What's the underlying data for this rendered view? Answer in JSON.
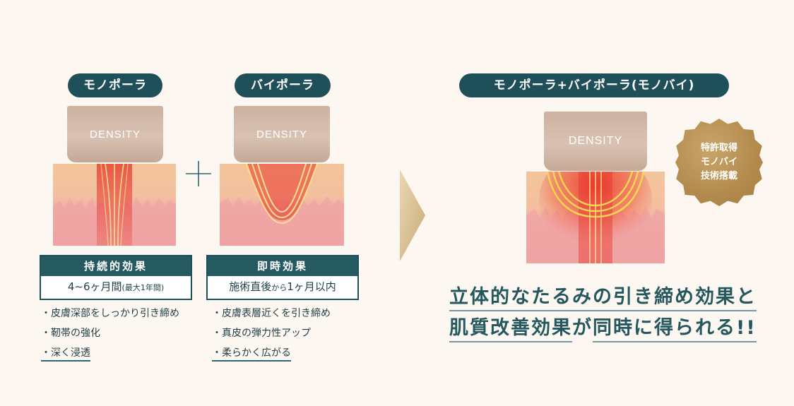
{
  "left": {
    "label": "モノポーラ",
    "device_text": "DENSITY",
    "effect_title": "持続的効果",
    "duration_main": "4~6ヶ月間",
    "duration_note": "(最大1年間)",
    "bullets": [
      "・皮膚深部をしっかり引き締め",
      "・靭帯の強化",
      "・深く浸透"
    ]
  },
  "middle": {
    "label": "バイポーラ",
    "device_text": "DENSITY",
    "effect_title": "即時効果",
    "duration_prefix": "施術直後",
    "duration_small": "から",
    "duration_suffix": "1ヶ月以内",
    "bullets": [
      "・皮膚表層近くを引き締め",
      "・真皮の弾力性アップ",
      "・柔らかく広がる"
    ]
  },
  "right": {
    "label": "モノポーラ+バイポーラ(モノバイ)",
    "device_text": "DENSITY",
    "badge_lines": [
      "特許取得",
      "モノバイ",
      "技術搭載"
    ],
    "headline_line1": "立体的なたるみの引き締め効果と",
    "headline_line2a": "肌質改善効果",
    "headline_line2b": "が",
    "headline_line2c": "同時に得られる!!"
  },
  "colors": {
    "background": "#fcf8f1",
    "pill": "#1f4f58",
    "accent_gold": "#b38a4d",
    "skin_top": "#f3c49a",
    "skin_bottom": "#f0a8a8",
    "energy_red": "#e8332a",
    "energy_yellow": "#f8d850"
  },
  "icons": {
    "plus": "plus-icon",
    "arrow": "chevron-right-arrow-icon"
  }
}
